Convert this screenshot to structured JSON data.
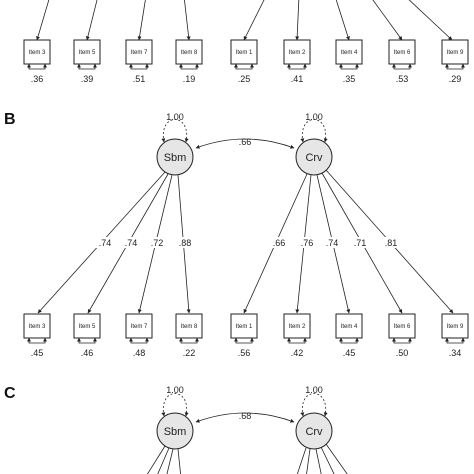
{
  "colors": {
    "stroke": "#222222",
    "latent_fill": "#e6e6e6",
    "text": "#222222"
  },
  "panel_a": {
    "items": [
      {
        "label": "Item 3",
        "residual": ".36"
      },
      {
        "label": "Item 5",
        "residual": ".39"
      },
      {
        "label": "Item 7",
        "residual": ".51"
      },
      {
        "label": "Item 8",
        "residual": ".19"
      },
      {
        "label": "Item 1",
        "residual": ".25"
      },
      {
        "label": "Item 2",
        "residual": ".41"
      },
      {
        "label": "Item 4",
        "residual": ".35"
      },
      {
        "label": "Item 6",
        "residual": ".53"
      },
      {
        "label": "Item 9",
        "residual": ".29"
      }
    ]
  },
  "panel_b": {
    "letter": "B",
    "factors": [
      {
        "name": "Sbm",
        "variance": "1.00"
      },
      {
        "name": "Crv",
        "variance": "1.00"
      }
    ],
    "correlation": ".66",
    "items": [
      {
        "label": "Item 3",
        "loading": ".74",
        "residual": ".45"
      },
      {
        "label": "Item 5",
        "loading": ".74",
        "residual": ".46"
      },
      {
        "label": "Item 7",
        "loading": ".72",
        "residual": ".48"
      },
      {
        "label": "Item 8",
        "loading": ".88",
        "residual": ".22"
      },
      {
        "label": "Item 1",
        "loading": ".66",
        "residual": ".56"
      },
      {
        "label": "Item 2",
        "loading": ".76",
        "residual": ".42"
      },
      {
        "label": "Item 4",
        "loading": ".74",
        "residual": ".45"
      },
      {
        "label": "Item 6",
        "loading": ".71",
        "residual": ".50"
      },
      {
        "label": "Item 9",
        "loading": ".81",
        "residual": ".34"
      }
    ]
  },
  "panel_c": {
    "letter": "C",
    "factors": [
      {
        "name": "Sbm",
        "variance": "1.00"
      },
      {
        "name": "Crv",
        "variance": "1.00"
      }
    ],
    "correlation": ".68"
  }
}
